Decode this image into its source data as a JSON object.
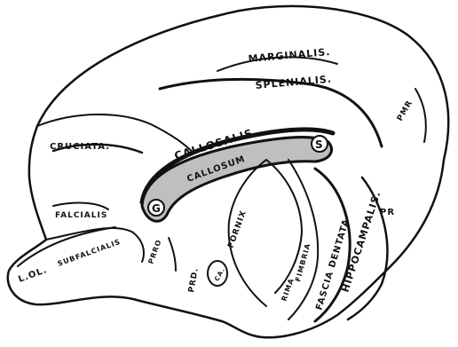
{
  "labels": {
    "marginalis": "MARGINALIS.",
    "splenialis": "SPLENIALIS.",
    "pmr": "PMR",
    "cruciata": "CRUCIATA.",
    "callosalis": "CALLOSALIS",
    "callosum": "CALLOSUM",
    "s": "S",
    "g": "G",
    "falcialis": "FALCIALIS",
    "subfalcialis": "SUBFALCIALIS",
    "lol": "L.OL.",
    "prro": "PRRO",
    "prd": "PRD.",
    "ca": "CA.",
    "fornix": "FORNIX",
    "rima": "RIMA",
    "fimbria": "FIMBRIA",
    "fascia_dentata": "FASCIA DENTATA",
    "hippocampalis": "HIPPOCAMPALIS.",
    "pr": "PR"
  }
}
